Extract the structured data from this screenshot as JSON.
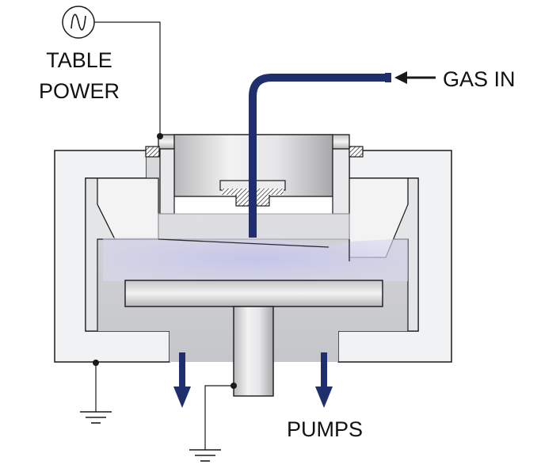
{
  "labels": {
    "table_power_line1": "TABLE",
    "table_power_line2": "POWER",
    "gas_in": "GAS IN",
    "pumps": "PUMPS"
  },
  "colors": {
    "gas_line": "#1f2f6e",
    "plasma": "#c9c9ea",
    "chamber_fill": "#f1f2f4",
    "chamber_stroke": "#1a1a1a"
  },
  "icons": {
    "power_source": "ac-source-icon",
    "ground": "ground-icon",
    "flow_arrow": "down-arrow-icon"
  }
}
